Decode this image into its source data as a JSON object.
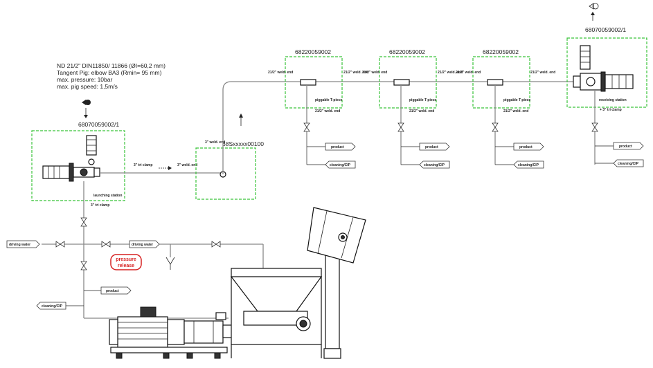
{
  "spec": {
    "line1": "ND 21/2\" DIN11850/ 11866 (ØI=60,2 mm)",
    "line2": "Tangent Pig: elbow BA3 (Rmin= 95 mm)",
    "line3": "max. pressure: 10bar",
    "line4": "max. pig speed: 1,5m/s"
  },
  "launching": {
    "code": "68070059002/1",
    "label": "launching station",
    "conn": "3\" tri clamp",
    "down_conn": "3\" tri clamp"
  },
  "receiving": {
    "code": "68070059002/1",
    "label": "receiving station",
    "conn": "+ 3\" tri clamp"
  },
  "riser": {
    "code": "68Sxxxxx00100",
    "conn_left": "3\" weld. end",
    "conn_top": "3\" weld. end"
  },
  "tpieces": [
    {
      "code": "68220059002",
      "label": "piggable T-piece",
      "in": "21/2\" weld. end",
      "out": "21/2\" weld. end",
      "down": "21/2\" weld. end"
    },
    {
      "code": "68220059002",
      "label": "piggable T-piece",
      "in": "21/2\" weld. end",
      "out": "21/2\" weld. end",
      "down": "21/2\" weld. end"
    },
    {
      "code": "68220059002",
      "label": "piggable T-piece",
      "in": "21/2\" weld. end",
      "out": "21/2\" weld. end",
      "down": "21/2\" weld. end"
    }
  ],
  "flags": {
    "product": "product",
    "cleaning": "cleaning/CIP",
    "driving_water": "driving water"
  },
  "pressure_release": {
    "line1": "pressure",
    "line2": "release"
  },
  "colors": {
    "station_box": "#39c339",
    "pressure_release": "#d62020",
    "pipe": "#888888"
  }
}
